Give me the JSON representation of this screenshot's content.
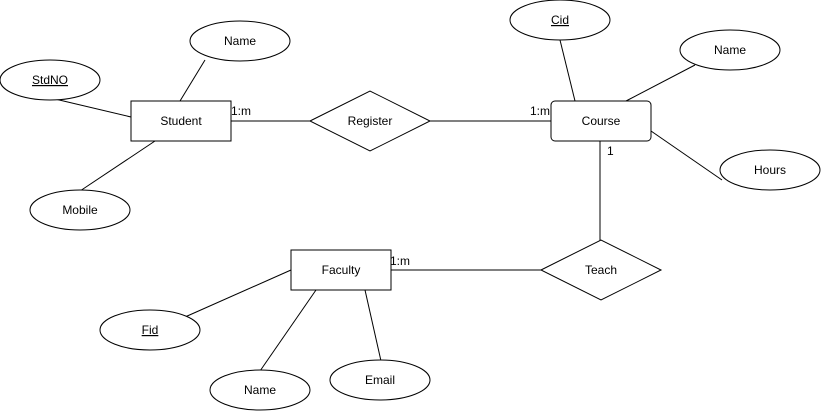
{
  "entities": {
    "student": "Student",
    "course": "Course",
    "faculty": "Faculty"
  },
  "relationships": {
    "register": "Register",
    "teach": "Teach"
  },
  "attributes": {
    "student_name": "Name",
    "student_stdno": "StdNO",
    "student_mobile": "Mobile",
    "course_cid": "Cid",
    "course_name": "Name",
    "course_hours": "Hours",
    "faculty_fid": "Fid",
    "faculty_name": "Name",
    "faculty_email": "Email"
  },
  "cardinalities": {
    "student_register": "1:m",
    "register_course": "1:m",
    "course_teach": "1",
    "faculty_teach": "1:m"
  },
  "colors": {
    "line": "#000000",
    "fill": "#ffffff"
  }
}
